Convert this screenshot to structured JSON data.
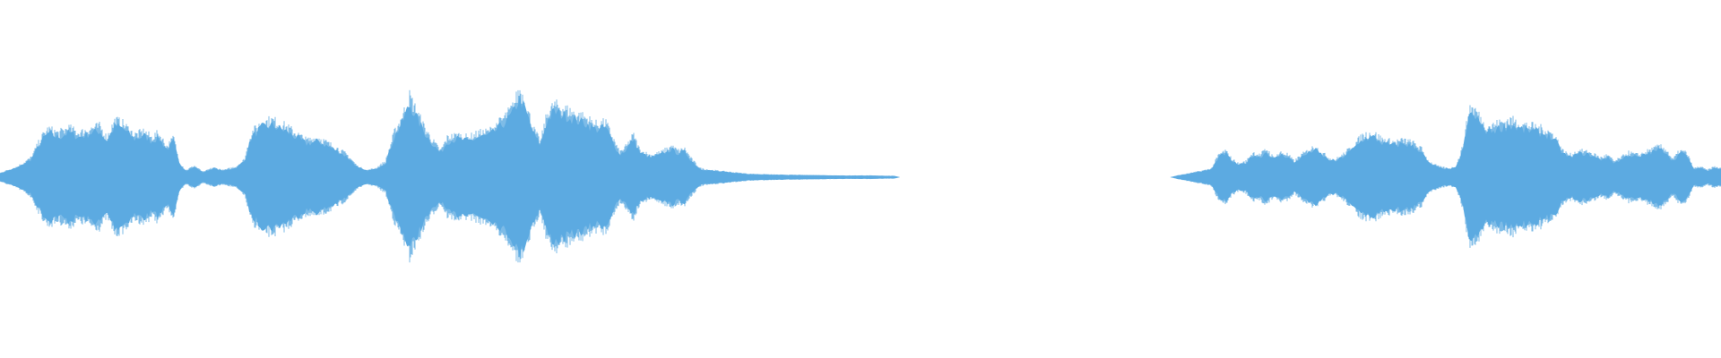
{
  "waveform": {
    "color": "#5dabe1",
    "background": "#ffffff",
    "segments": [
      {
        "name": "segment-1",
        "envelope": [
          [
            0.0,
            0.05
          ],
          [
            0.01,
            0.12
          ],
          [
            0.018,
            0.22
          ],
          [
            0.024,
            0.45
          ],
          [
            0.028,
            0.55
          ],
          [
            0.034,
            0.5
          ],
          [
            0.04,
            0.56
          ],
          [
            0.046,
            0.5
          ],
          [
            0.052,
            0.55
          ],
          [
            0.058,
            0.58
          ],
          [
            0.062,
            0.45
          ],
          [
            0.067,
            0.65
          ],
          [
            0.072,
            0.6
          ],
          [
            0.078,
            0.48
          ],
          [
            0.084,
            0.52
          ],
          [
            0.088,
            0.45
          ],
          [
            0.092,
            0.5
          ],
          [
            0.097,
            0.35
          ],
          [
            0.101,
            0.45
          ],
          [
            0.104,
            0.18
          ],
          [
            0.108,
            0.08
          ],
          [
            0.113,
            0.13
          ],
          [
            0.118,
            0.06
          ],
          [
            0.124,
            0.11
          ],
          [
            0.13,
            0.08
          ],
          [
            0.137,
            0.12
          ],
          [
            0.142,
            0.2
          ],
          [
            0.146,
            0.5
          ],
          [
            0.152,
            0.62
          ],
          [
            0.158,
            0.65
          ],
          [
            0.166,
            0.58
          ],
          [
            0.172,
            0.5
          ],
          [
            0.178,
            0.42
          ],
          [
            0.185,
            0.45
          ],
          [
            0.191,
            0.38
          ],
          [
            0.196,
            0.33
          ],
          [
            0.202,
            0.25
          ],
          [
            0.208,
            0.12
          ],
          [
            0.213,
            0.08
          ],
          [
            0.218,
            0.1
          ],
          [
            0.224,
            0.18
          ],
          [
            0.229,
            0.5
          ],
          [
            0.234,
            0.7
          ],
          [
            0.238,
            0.92
          ],
          [
            0.242,
            0.75
          ],
          [
            0.247,
            0.55
          ],
          [
            0.252,
            0.4
          ],
          [
            0.256,
            0.3
          ],
          [
            0.26,
            0.45
          ],
          [
            0.266,
            0.48
          ],
          [
            0.272,
            0.45
          ],
          [
            0.278,
            0.5
          ],
          [
            0.284,
            0.52
          ],
          [
            0.29,
            0.62
          ],
          [
            0.294,
            0.7
          ],
          [
            0.298,
            0.8
          ],
          [
            0.302,
            1.0
          ],
          [
            0.306,
            0.8
          ],
          [
            0.31,
            0.55
          ],
          [
            0.314,
            0.4
          ],
          [
            0.318,
            0.72
          ],
          [
            0.322,
            0.82
          ],
          [
            0.328,
            0.78
          ],
          [
            0.334,
            0.72
          ],
          [
            0.34,
            0.68
          ],
          [
            0.346,
            0.6
          ],
          [
            0.352,
            0.62
          ],
          [
            0.356,
            0.45
          ],
          [
            0.36,
            0.28
          ],
          [
            0.364,
            0.35
          ],
          [
            0.368,
            0.48
          ],
          [
            0.372,
            0.3
          ],
          [
            0.378,
            0.25
          ],
          [
            0.384,
            0.28
          ],
          [
            0.39,
            0.35
          ],
          [
            0.394,
            0.3
          ],
          [
            0.398,
            0.32
          ],
          [
            0.402,
            0.2
          ],
          [
            0.407,
            0.1
          ],
          [
            0.414,
            0.08
          ],
          [
            0.424,
            0.06
          ],
          [
            0.435,
            0.04
          ],
          [
            0.45,
            0.03
          ],
          [
            0.47,
            0.025
          ],
          [
            0.49,
            0.02
          ],
          [
            0.505,
            0.02
          ],
          [
            0.52,
            0.015
          ],
          [
            0.523,
            0.0
          ]
        ]
      },
      {
        "name": "segment-2",
        "envelope": [
          [
            0.68,
            0.0
          ],
          [
            0.684,
            0.02
          ],
          [
            0.692,
            0.05
          ],
          [
            0.7,
            0.08
          ],
          [
            0.704,
            0.1
          ],
          [
            0.708,
            0.25
          ],
          [
            0.712,
            0.3
          ],
          [
            0.716,
            0.2
          ],
          [
            0.72,
            0.15
          ],
          [
            0.724,
            0.18
          ],
          [
            0.728,
            0.28
          ],
          [
            0.732,
            0.25
          ],
          [
            0.736,
            0.32
          ],
          [
            0.74,
            0.22
          ],
          [
            0.744,
            0.28
          ],
          [
            0.748,
            0.26
          ],
          [
            0.752,
            0.18
          ],
          [
            0.756,
            0.25
          ],
          [
            0.76,
            0.3
          ],
          [
            0.764,
            0.35
          ],
          [
            0.768,
            0.28
          ],
          [
            0.772,
            0.22
          ],
          [
            0.776,
            0.2
          ],
          [
            0.78,
            0.25
          ],
          [
            0.786,
            0.35
          ],
          [
            0.792,
            0.48
          ],
          [
            0.798,
            0.5
          ],
          [
            0.804,
            0.42
          ],
          [
            0.81,
            0.4
          ],
          [
            0.816,
            0.42
          ],
          [
            0.822,
            0.38
          ],
          [
            0.826,
            0.32
          ],
          [
            0.83,
            0.18
          ],
          [
            0.836,
            0.12
          ],
          [
            0.842,
            0.1
          ],
          [
            0.846,
            0.12
          ],
          [
            0.85,
            0.35
          ],
          [
            0.854,
            0.8
          ],
          [
            0.858,
            0.75
          ],
          [
            0.862,
            0.6
          ],
          [
            0.866,
            0.58
          ],
          [
            0.872,
            0.62
          ],
          [
            0.878,
            0.65
          ],
          [
            0.884,
            0.6
          ],
          [
            0.89,
            0.58
          ],
          [
            0.896,
            0.55
          ],
          [
            0.9,
            0.52
          ],
          [
            0.904,
            0.45
          ],
          [
            0.908,
            0.3
          ],
          [
            0.912,
            0.25
          ],
          [
            0.918,
            0.3
          ],
          [
            0.924,
            0.28
          ],
          [
            0.93,
            0.22
          ],
          [
            0.934,
            0.25
          ],
          [
            0.938,
            0.18
          ],
          [
            0.942,
            0.22
          ],
          [
            0.946,
            0.28
          ],
          [
            0.952,
            0.25
          ],
          [
            0.958,
            0.3
          ],
          [
            0.964,
            0.35
          ],
          [
            0.968,
            0.32
          ],
          [
            0.972,
            0.2
          ],
          [
            0.976,
            0.3
          ],
          [
            0.98,
            0.28
          ],
          [
            0.984,
            0.1
          ],
          [
            0.988,
            0.12
          ],
          [
            0.992,
            0.08
          ],
          [
            0.996,
            0.12
          ],
          [
            1.0,
            0.1
          ]
        ]
      }
    ],
    "dc_offset": -0.01,
    "seed": 7
  }
}
